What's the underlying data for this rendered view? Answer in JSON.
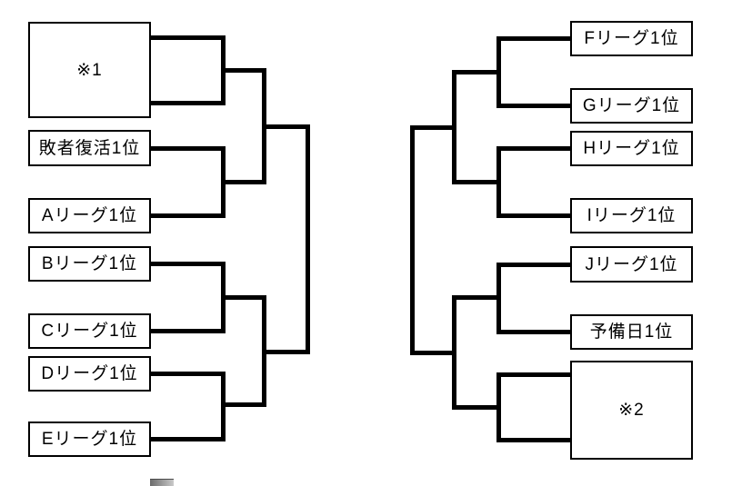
{
  "diagram": {
    "kind": "tournament-bracket",
    "colors": {
      "background": "#ffffff",
      "line": "#000000",
      "box_border": "#000000",
      "text": "#000000"
    },
    "left_bracket": {
      "side": "left",
      "entries": [
        {
          "label": "※1",
          "slots": 2
        },
        {
          "label": "敗者復活1位",
          "slots": 1
        },
        {
          "label": "Aリーグ1位",
          "slots": 1
        },
        {
          "label": "Bリーグ1位",
          "slots": 1
        },
        {
          "label": "Cリーグ1位",
          "slots": 1
        },
        {
          "label": "Dリーグ1位",
          "slots": 1
        },
        {
          "label": "Eリーグ1位",
          "slots": 1
        }
      ]
    },
    "right_bracket": {
      "side": "right",
      "entries": [
        {
          "label": "Fリーグ1位",
          "slots": 1
        },
        {
          "label": "Gリーグ1位",
          "slots": 1
        },
        {
          "label": "Hリーグ1位",
          "slots": 1
        },
        {
          "label": "Iリーグ1位",
          "slots": 1
        },
        {
          "label": "Jリーグ1位",
          "slots": 1
        },
        {
          "label": "予備日1位",
          "slots": 1
        },
        {
          "label": "※2",
          "slots": 2
        }
      ]
    }
  }
}
